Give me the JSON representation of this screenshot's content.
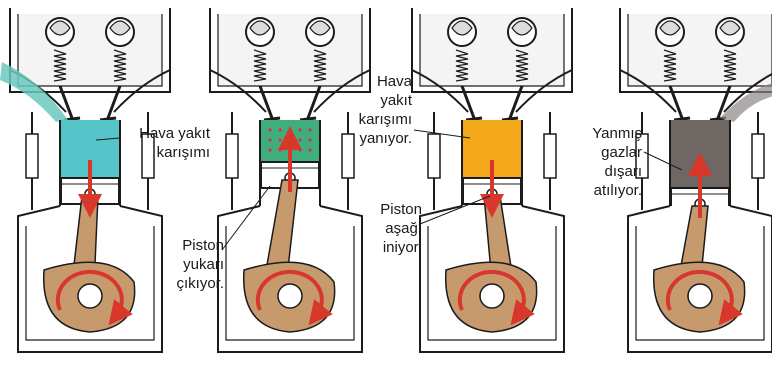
{
  "labels": {
    "s1_mix": [
      "Hava yakıt",
      "karışımı"
    ],
    "s2_piston": [
      "Piston",
      "yukarı",
      "çıkıyor."
    ],
    "s3_mix": [
      "Hava",
      "yakıt",
      "karışımı",
      "yanıyor."
    ],
    "s3_piston": [
      "Piston",
      "aşağı",
      "iniyor."
    ],
    "s4_gas": [
      "Yanmış",
      "gazlar",
      "dışarı",
      "atılıyor."
    ]
  },
  "stages": [
    {
      "name": "intake",
      "chamber": "#55c4c8",
      "intake_flow": "#6cc9c0",
      "piston_arrow": "down"
    },
    {
      "name": "compression",
      "chamber": "#3fae7c",
      "dots": "#d8334a",
      "piston_arrow": "up"
    },
    {
      "name": "power",
      "chamber": "#f2a81a",
      "piston_arrow": "down"
    },
    {
      "name": "exhaust",
      "chamber": "#6e6764",
      "piston_arrow": "up"
    }
  ],
  "colors": {
    "outline": "#1c1c1c",
    "crank": "#c79a6d",
    "arrow": "#d8372c",
    "text": "#1a1a1a"
  }
}
